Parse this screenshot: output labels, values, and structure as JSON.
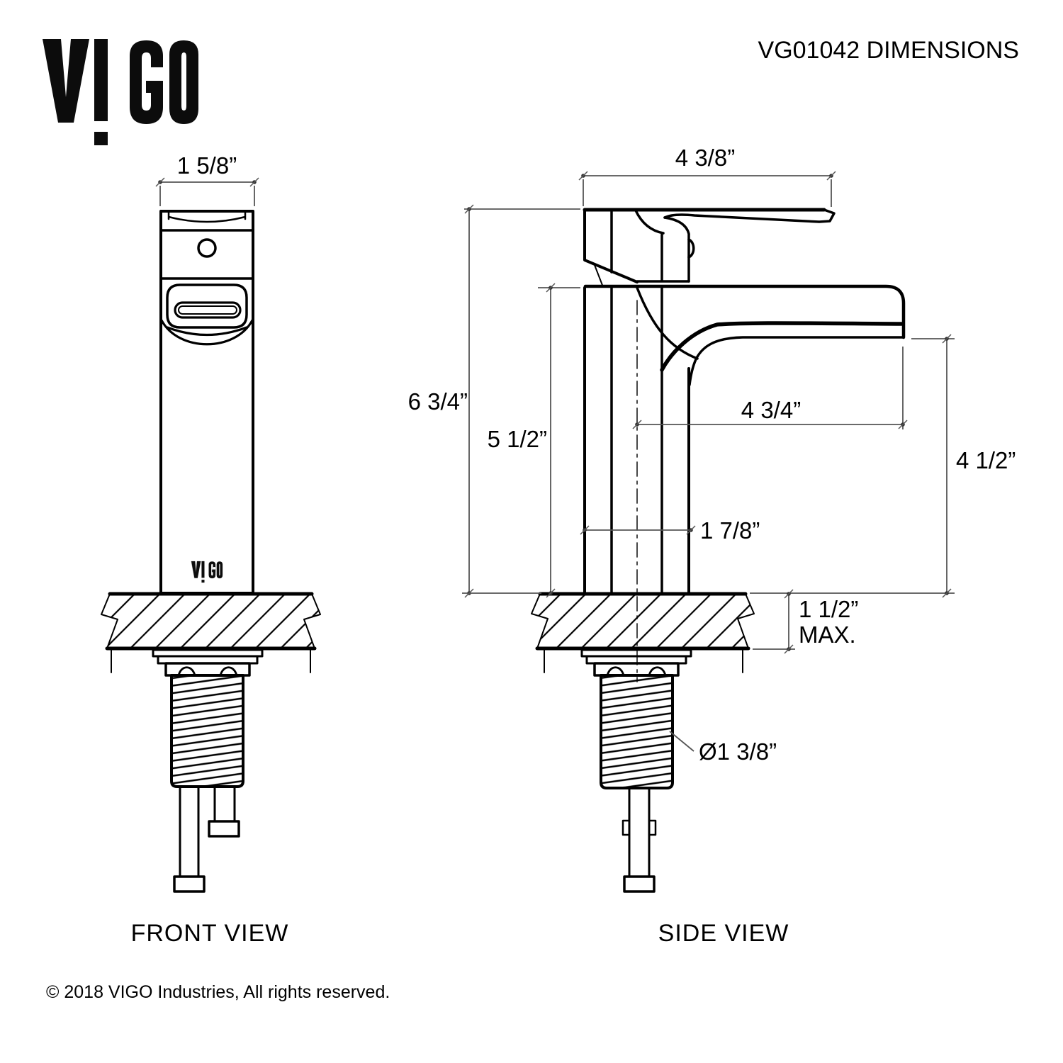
{
  "page": {
    "background": "#ffffff",
    "line_color": "#000000",
    "dim_line_color": "#555555",
    "text_color": "#000000"
  },
  "header": {
    "brand_logo": "VIGO",
    "title": "VG01042 DIMENSIONS"
  },
  "front_view": {
    "label": "FRONT VIEW",
    "body_brand": "VIGO",
    "dims": {
      "spout_width": "1 5/8”"
    }
  },
  "side_view": {
    "label": "SIDE VIEW",
    "dims": {
      "top_length": "4 3/8”",
      "overall_height": "6 3/4”",
      "height_to_deck": "5 1/2”",
      "spout_reach": "4 3/4”",
      "spout_tip_height": "4 1/2”",
      "body_depth": "1 7/8”",
      "counter_max_line1": "1 1/2”",
      "counter_max_line2": "MAX.",
      "shank_diameter": "Ø1 3/8”"
    }
  },
  "footer": {
    "copyright": "© 2018 VIGO Industries, All rights reserved."
  }
}
